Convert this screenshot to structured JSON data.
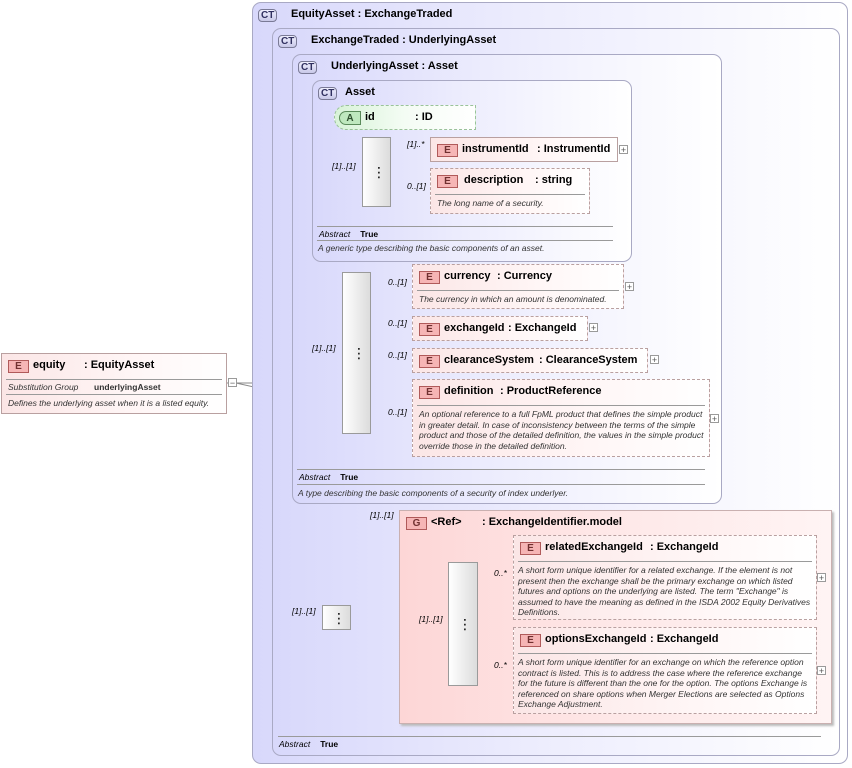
{
  "colors": {
    "ct_fill": "#d8d8fb",
    "element_fill": "#fbe6e6",
    "attribute_fill": "#bfe8bf",
    "group_fill": "#fde0e0"
  },
  "badges": {
    "ct": "CT",
    "e": "E",
    "a": "A",
    "g": "G"
  },
  "root": {
    "name": "equity",
    "type": ": EquityAsset",
    "sub_group_key": "Substitution Group",
    "sub_group_value": "underlyingAsset",
    "doc": "Defines the underlying asset when it is a listed equity.",
    "expand": "−"
  },
  "equity_asset": {
    "title": "EquityAsset : ExchangeTraded",
    "abstract_key": "Abstract",
    "abstract_value": "True"
  },
  "exchange_traded": {
    "title": "ExchangeTraded : UnderlyingAsset"
  },
  "underlying_asset": {
    "title": "UnderlyingAsset : Asset",
    "abstract_key": "Abstract",
    "abstract_value": "True",
    "doc": "A type describing the basic components of a security of index underlyer."
  },
  "asset": {
    "title": "Asset",
    "abstract_key": "Abstract",
    "abstract_value": "True",
    "doc": "A generic type describing the basic components of an asset.",
    "attr_id": {
      "name": "id",
      "type": ": ID"
    },
    "seq_card": "[1]..[1]",
    "instrument": {
      "name": "instrumentId",
      "type": ": InstrumentId",
      "card": "[1]..*"
    },
    "description": {
      "name": "description",
      "type": ": string",
      "card": "0..[1]",
      "doc": "The long name of a security."
    }
  },
  "ua_seq_card": "[1]..[1]",
  "currency": {
    "name": "currency",
    "type": ": Currency",
    "card": "0..[1]",
    "doc": "The currency in which an amount is denominated."
  },
  "exchange_id": {
    "name": "exchangeId",
    "type": ": ExchangeId",
    "card": "0..[1]"
  },
  "clearance": {
    "name": "clearanceSystem",
    "type": ": ClearanceSystem",
    "card": "0..[1]"
  },
  "definition": {
    "name": "definition",
    "type": ": ProductReference",
    "card": "0..[1]",
    "doc": "An optional reference to a full FpML product that defines the simple product in greater detail. In case of inconsistency between the terms of the simple product and those of the detailed definition, the values in the simple product override those in the detailed definition."
  },
  "et_seq_card": "[1]..[1]",
  "group": {
    "ref": "<Ref>",
    "name": ": ExchangeIdentifier.model",
    "card": "[1]..[1]",
    "seq_card": "[1]..[1]",
    "related": {
      "name": "relatedExchangeId",
      "type": ": ExchangeId",
      "card": "0..*",
      "doc": "A short form unique identifier for a related exchange. If the element is not present then the exchange shall be the primary exchange on which listed futures and options on the underlying are listed. The term \"Exchange\" is assumed to have the meaning as defined in the ISDA 2002 Equity Derivatives Definitions."
    },
    "options": {
      "name": "optionsExchangeId",
      "type": ": ExchangeId",
      "card": "0..*",
      "doc": "A short form unique identifier for an exchange on which the reference option contract is listed. This is to address the case where the reference exchange for the future is different than the one for the option. The options Exchange is referenced on share options when Merger Elections are selected as Options Exchange Adjustment."
    }
  },
  "plus": "+",
  "seq_glyph": "⋮"
}
